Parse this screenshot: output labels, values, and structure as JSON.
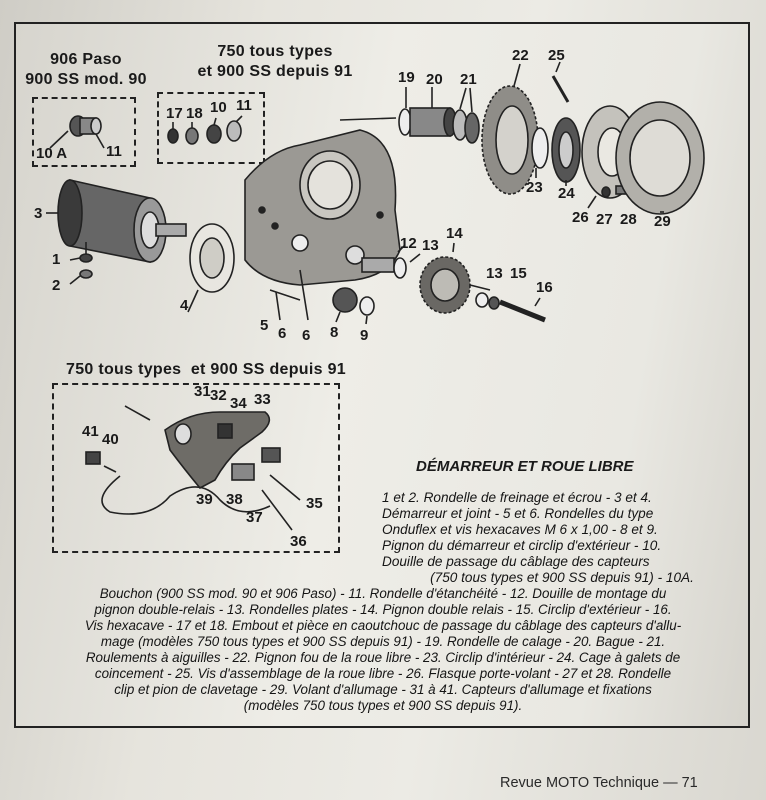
{
  "labels": {
    "paso_line1": "906 Paso",
    "paso_line2": "900 SS mod. 90",
    "types_line1": "750 tous types",
    "types_line2": "et 900 SS depuis 91",
    "sensor_box": "750 tous types  et 900 SS depuis 91"
  },
  "callouts": {
    "n1": "1",
    "n2": "2",
    "n3": "3",
    "n4": "4",
    "n5": "5",
    "n6a": "6",
    "n6b": "6",
    "n8": "8",
    "n9": "9",
    "n10a": "10 A",
    "n10": "10",
    "n11a": "11",
    "n11b": "11",
    "n12": "12",
    "n13a": "13",
    "n13b": "13",
    "n14": "14",
    "n15": "15",
    "n16": "16",
    "n17": "17",
    "n18": "18",
    "n19": "19",
    "n20": "20",
    "n21": "21",
    "n22": "22",
    "n23": "23",
    "n24": "24",
    "n25": "25",
    "n26": "26",
    "n27": "27",
    "n28": "28",
    "n29": "29",
    "n31": "31",
    "n32": "32",
    "n33": "33",
    "n34": "34",
    "n35": "35",
    "n36": "36",
    "n37": "37",
    "n38": "38",
    "n39": "39",
    "n40": "40",
    "n41": "41"
  },
  "caption": {
    "title": "DÉMARREUR ET ROUE LIBRE",
    "lines_right": [
      "1 et 2. Rondelle de freinage et écrou - 3 et 4.",
      "Démarreur et joint - 5 et 6. Rondelles du type",
      "Onduflex et vis hexacaves M 6 x 1,00 - 8 et 9.",
      "Pignon du démarreur et circlip d'extérieur - 10.",
      "Douille de passage du câblage des capteurs",
      "(750 tous types et 900 SS depuis 91) - 10A."
    ],
    "lines_full": [
      "Bouchon (900 SS mod. 90 et 906 Paso) - 11. Rondelle d'étanchéité - 12. Douille de montage du",
      "pignon double-relais - 13. Rondelles plates - 14. Pignon double relais - 15. Circlip d'extérieur - 16.",
      "Vis hexacave - 17 et 18. Embout et pièce en caoutchouc de passage du câblage des capteurs d'allu-",
      "mage (modèles 750 tous types et 900 SS depuis 91) - 19. Rondelle de calage - 20. Bague - 21.",
      "Roulements à aiguilles - 22. Pignon fou de la roue libre - 23. Circlip d'intérieur - 24. Cage à galets de",
      "coincement - 25. Vis d'assemblage de la roue libre - 26. Flasque porte-volant - 27 et 28. Rondelle",
      "clip et pion de clavetage - 29. Volant d'allumage - 31 à 41. Capteurs d'allumage et fixations",
      "(modèles 750 tous types et 900 SS depuis 91)."
    ]
  },
  "footer": "Revue MOTO Technique — 71"
}
